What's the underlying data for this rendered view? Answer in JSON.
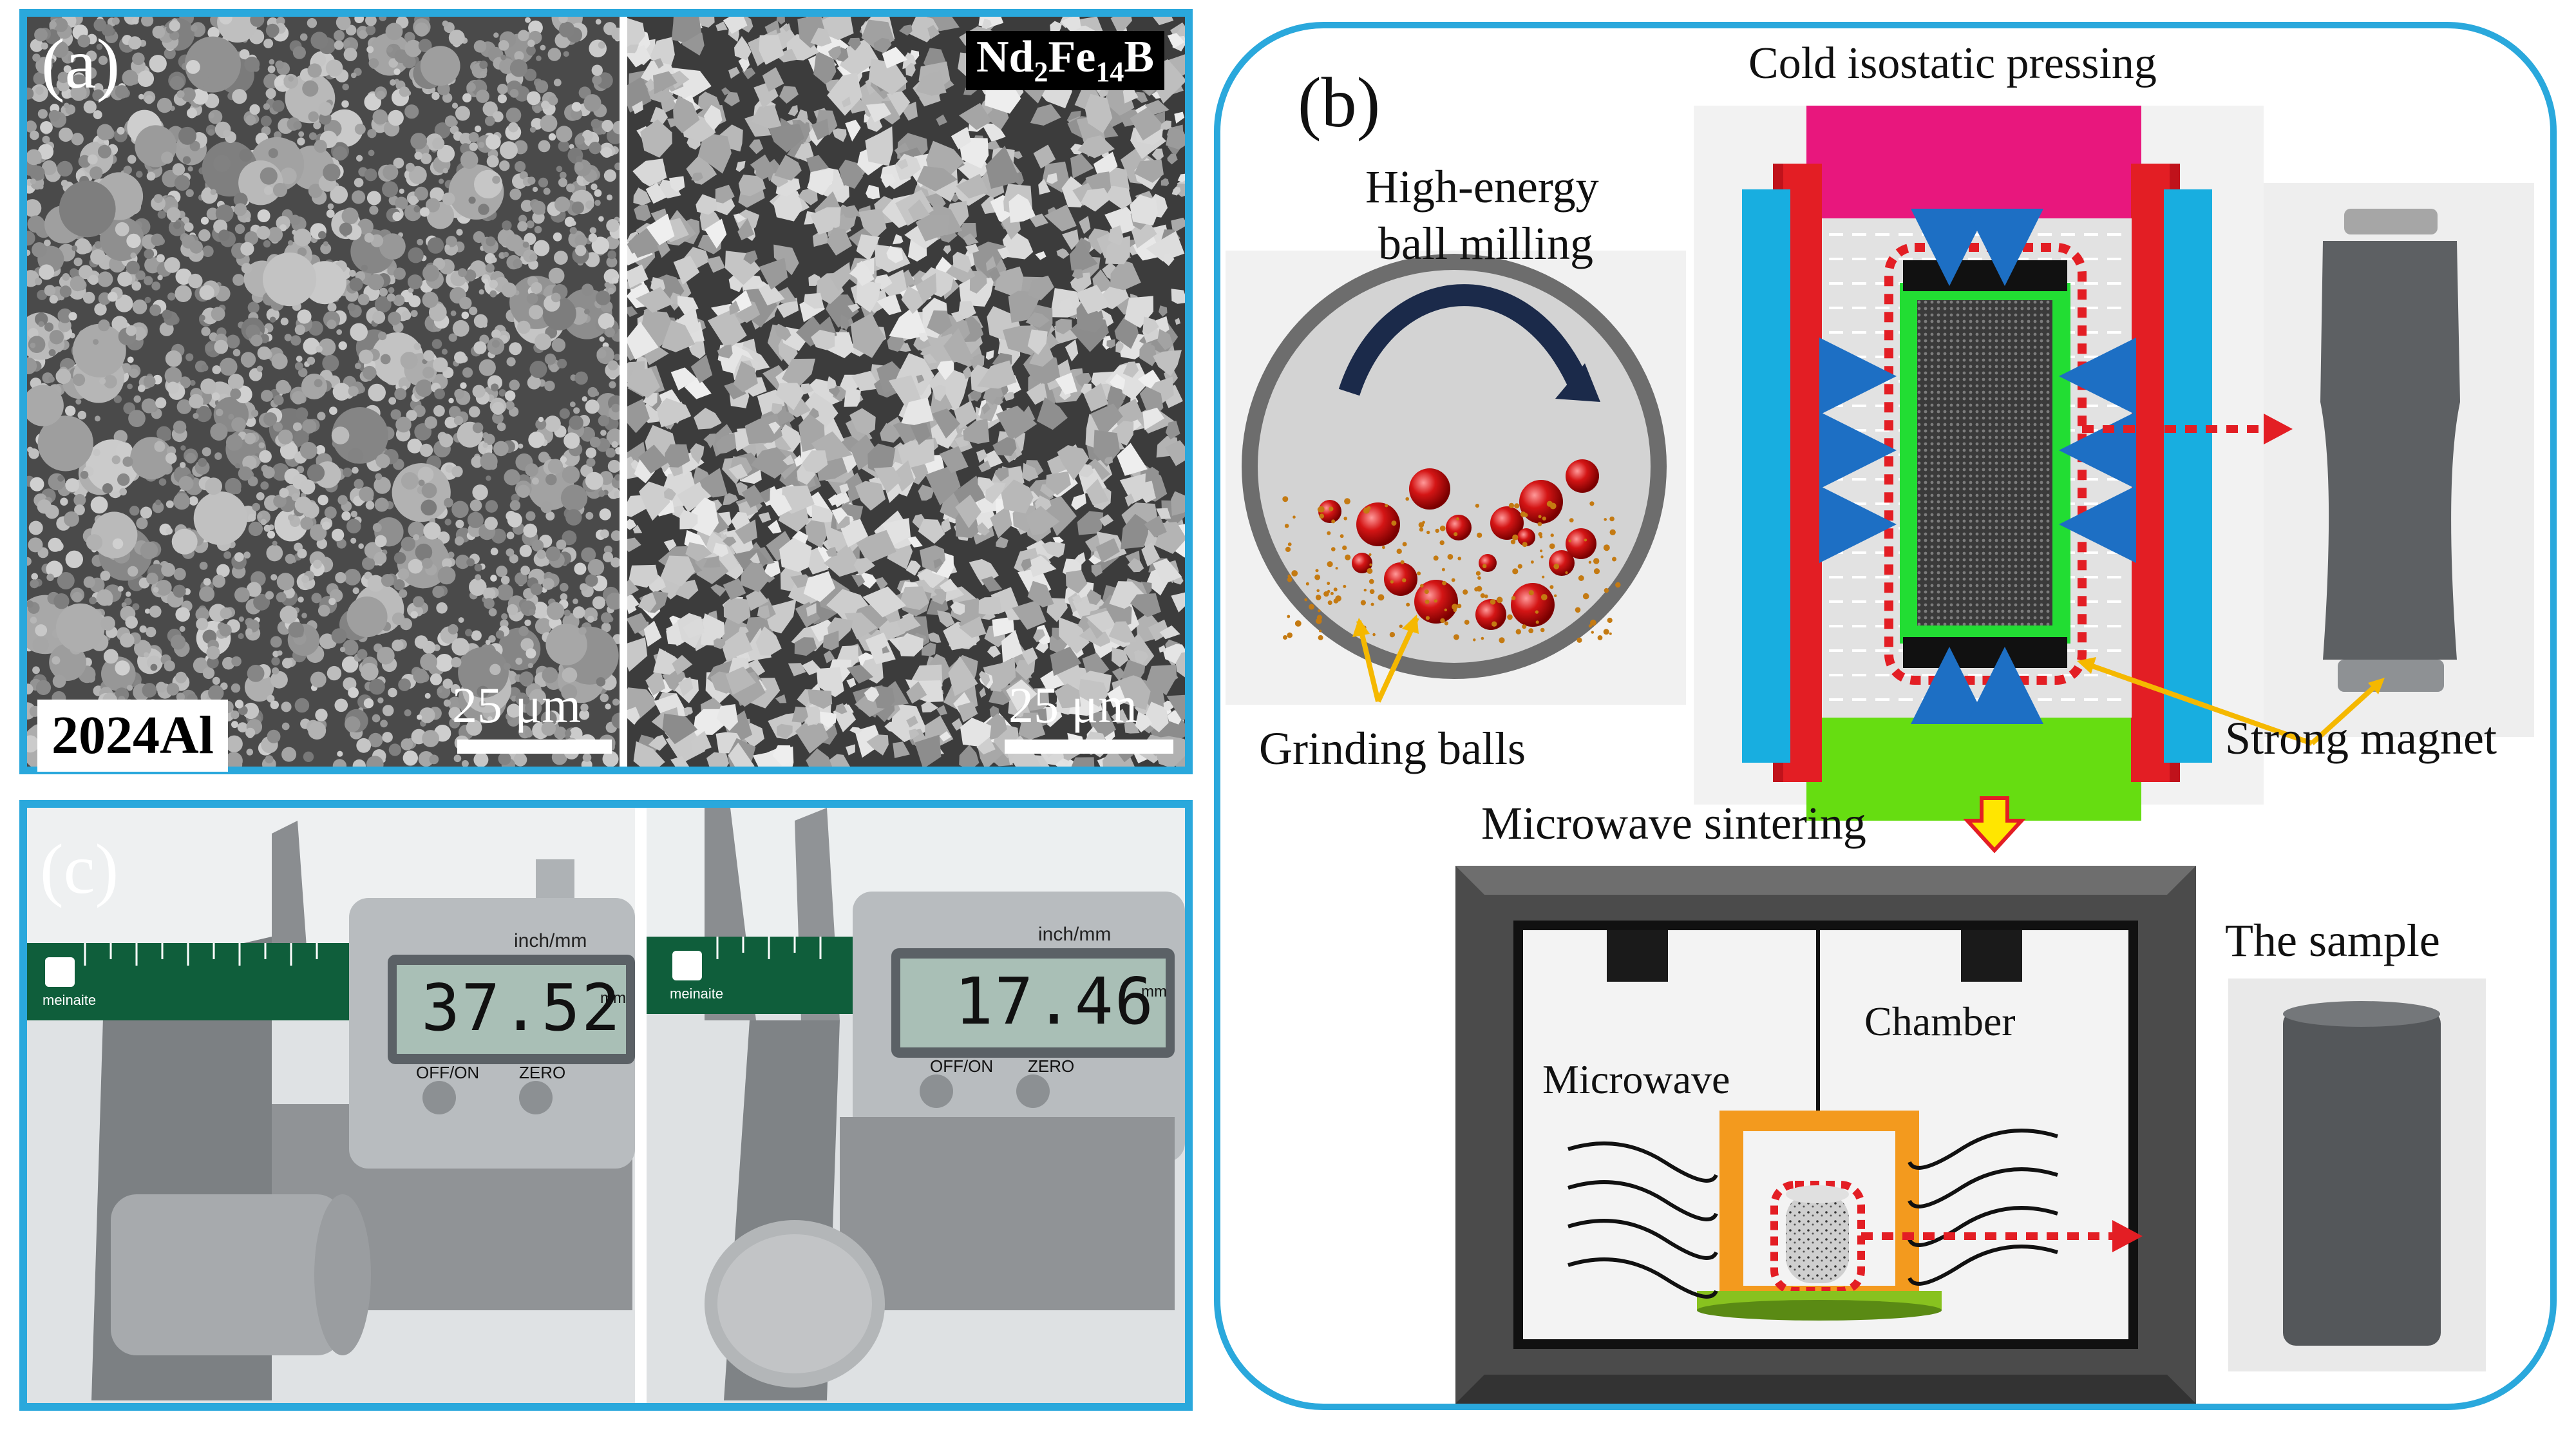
{
  "panel_a": {
    "letter": "(a)",
    "left_label": "2024Al",
    "left_scale": "25 μm",
    "right_label_base": "Nd",
    "right_label_sub1": "2",
    "right_label_mid": "Fe",
    "right_label_sub2": "14",
    "right_label_end": "B",
    "right_scale": "25 μm"
  },
  "panel_b": {
    "letter": "(b)",
    "milling_title_line1": "High-energy",
    "milling_title_line2": "ball milling",
    "grinding_balls": "Grinding balls",
    "cip_title": "Cold isostatic pressing",
    "strong_magnet": "Strong magnet",
    "sintering_title": "Microwave sintering",
    "chamber": "Chamber",
    "microwave": "Microwave",
    "the_sample": "The sample"
  },
  "panel_c": {
    "letter": "(c)",
    "left_reading": "37.52",
    "right_reading": "17.46",
    "unit_header": "inch/mm",
    "button_off": "OFF/ON",
    "button_zero": "ZERO",
    "brand": "meinaite",
    "unit_mm": "mm"
  },
  "colors": {
    "frame_blue": "#2aa8dc",
    "punch_magenta": "#e8177d",
    "punch_green": "#66dd11",
    "side_blue": "#18aee0",
    "side_red": "#e31e24",
    "arrow_red": "#e31e24",
    "arrow_yellow": "#ffe600",
    "mold_green": "#22dd33",
    "ball_red": "#cc1111",
    "crucible_orange": "#f39a1e",
    "pedestal_green": "#88c21f"
  }
}
